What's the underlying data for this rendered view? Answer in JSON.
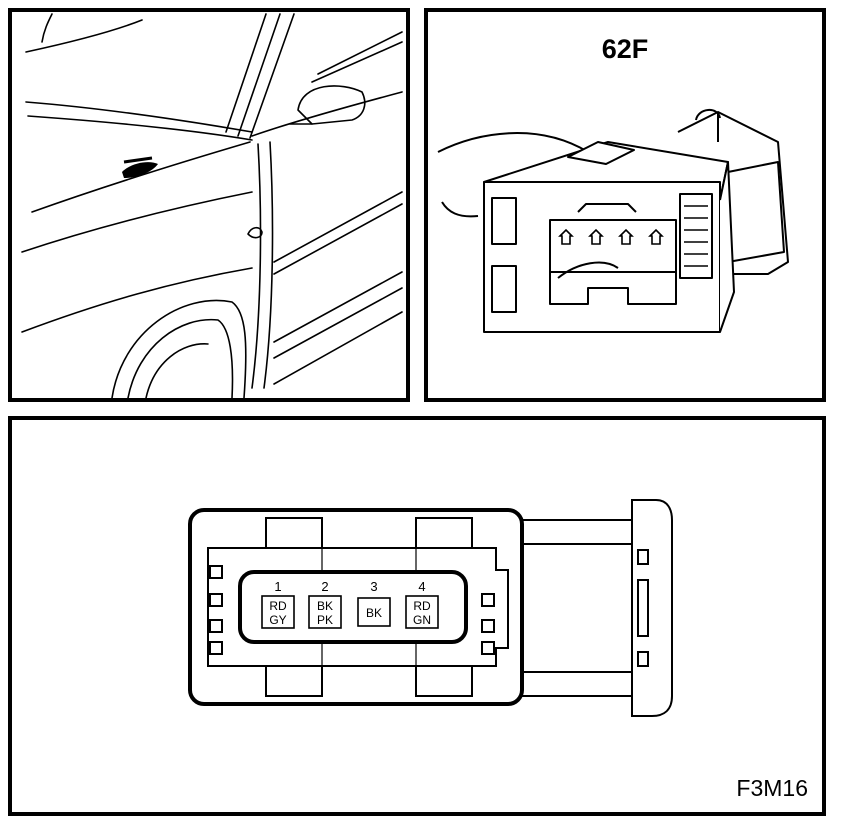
{
  "connector": {
    "id": "62F"
  },
  "figure_code": "F3M16",
  "pins": [
    {
      "number": "1",
      "wires": [
        "RD",
        "GY"
      ]
    },
    {
      "number": "2",
      "wires": [
        "BK",
        "PK"
      ]
    },
    {
      "number": "3",
      "wires": [
        "BK"
      ]
    },
    {
      "number": "4",
      "wires": [
        "RD",
        "GN"
      ]
    }
  ]
}
